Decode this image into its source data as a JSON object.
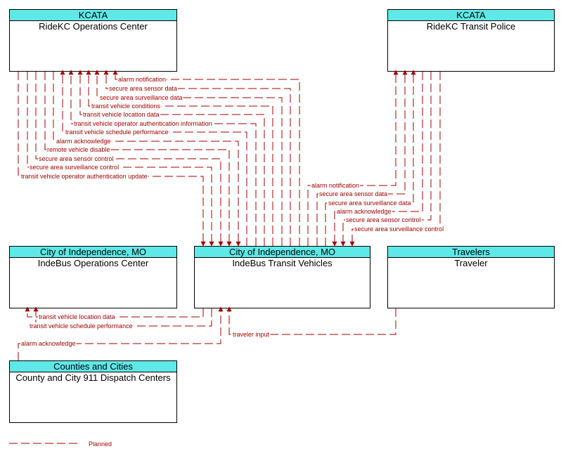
{
  "nodes": {
    "ridekc_ops": {
      "owner": "KCATA",
      "name": "RideKC Operations Center"
    },
    "ridekc_police": {
      "owner": "KCATA",
      "name": "RideKC Transit Police"
    },
    "indebus_ops": {
      "owner": "City of Independence, MO",
      "name": "IndeBus Operations Center"
    },
    "indebus_vehicles": {
      "owner": "City of Independence, MO",
      "name": "IndeBus Transit Vehicles"
    },
    "travelers": {
      "owner": "Travelers",
      "name": "Traveler"
    },
    "dispatch": {
      "owner": "Counties and Cities",
      "name": "County and City 911 Dispatch Centers"
    }
  },
  "flows": {
    "ops_vehicles": [
      "alarm notification",
      "secure area sensor data",
      "secure area surveillance data",
      "transit vehicle conditions",
      "transit vehicle location data",
      "transit vehicle operator authentication information",
      "transit vehicle schedule performance",
      "alarm acknowledge",
      "remote vehicle disable",
      "secure area sensor control",
      "secure area surveillance control",
      "transit vehicle operator authentication update"
    ],
    "police_vehicles": [
      "alarm notification",
      "secure area sensor data",
      "secure area surveillance data",
      "alarm acknowledge",
      "secure area sensor control",
      "secure area surveillance control"
    ],
    "indebus": [
      "transit vehicle location data",
      "transit vehicle schedule performance"
    ],
    "dispatch": "alarm acknowledge",
    "traveler": "traveler input"
  },
  "legend": {
    "label": "Planned"
  },
  "colors": {
    "flow": "#a30000",
    "header": "#5fe8e8"
  }
}
